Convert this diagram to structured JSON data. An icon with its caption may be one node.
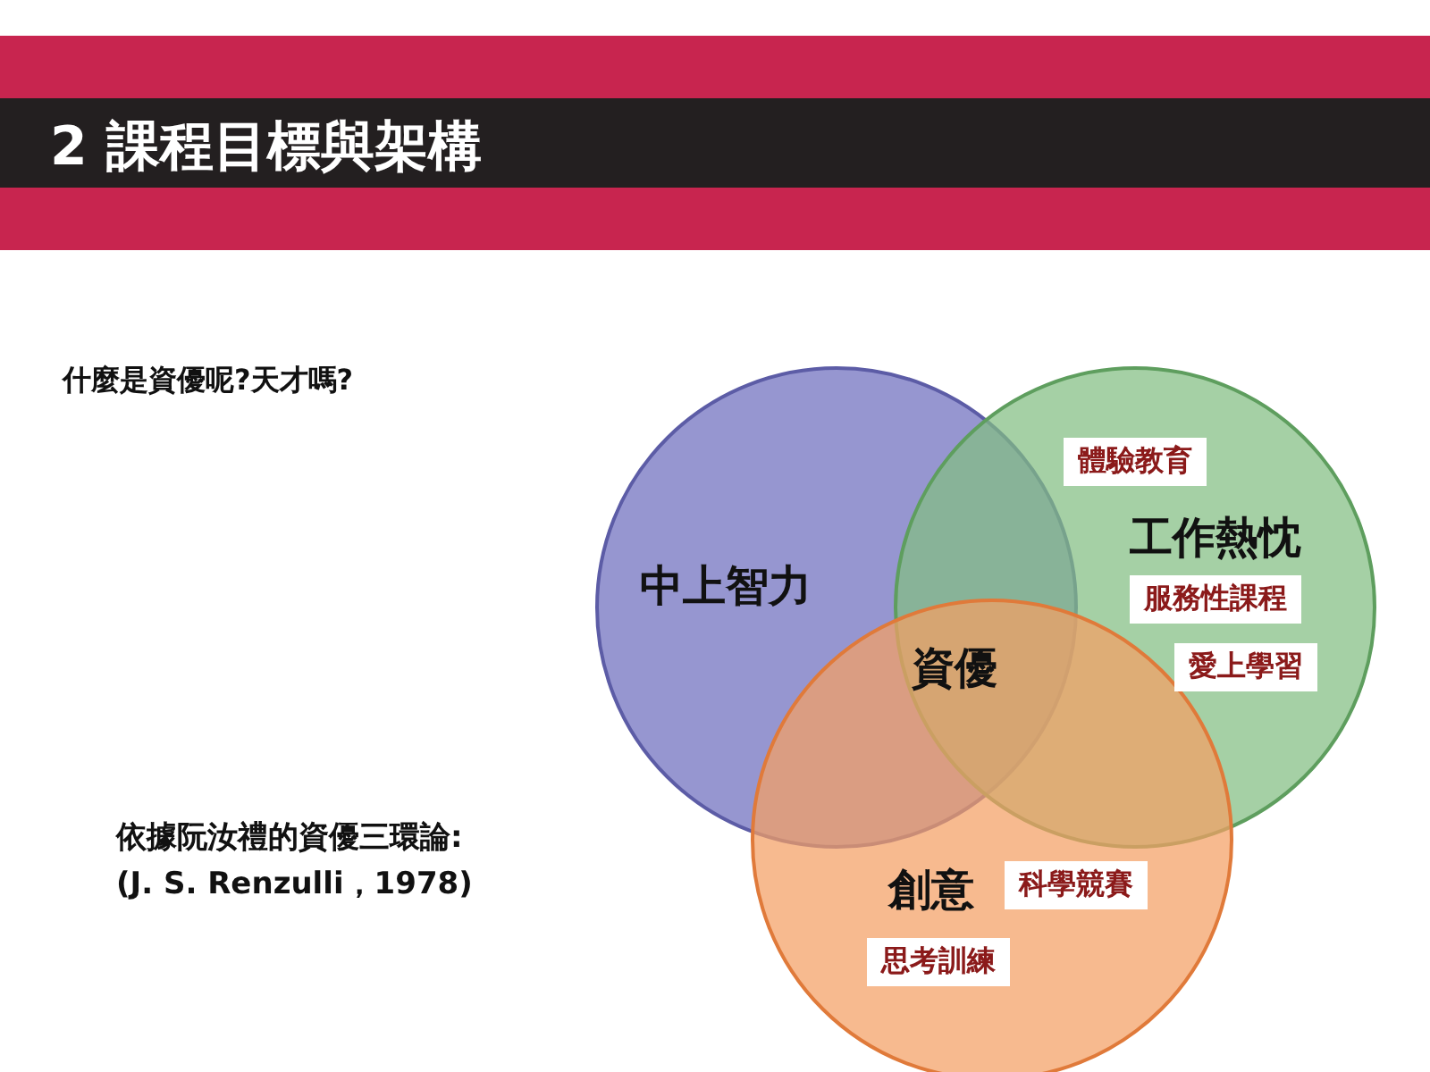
{
  "diagram": {
    "title": "2 課程目標與架構",
    "nodes": [
      {
        "text": [
          "中上智力"
        ]
      },
      {
        "text": [
          "工作熱忱"
        ]
      },
      {
        "text": [
          "體驗教育"
        ],
        "in": 1
      },
      {
        "text": [
          "服務性課程"
        ],
        "in": 1
      },
      {
        "text": [
          "愛上學習"
        ],
        "in": 1
      },
      {
        "text": [
          "創意"
        ]
      },
      {
        "text": [
          "科學競賽"
        ],
        "in": 5
      },
      {
        "text": [
          "思考訓練"
        ],
        "in": 5
      }
    ],
    "edges": [],
    "labels": [
      "什麼是資優呢?天才嗎?",
      "資優",
      "依據阮汝禮的資優三環論:",
      "(J. S. Renzulli，1978)"
    ]
  }
}
